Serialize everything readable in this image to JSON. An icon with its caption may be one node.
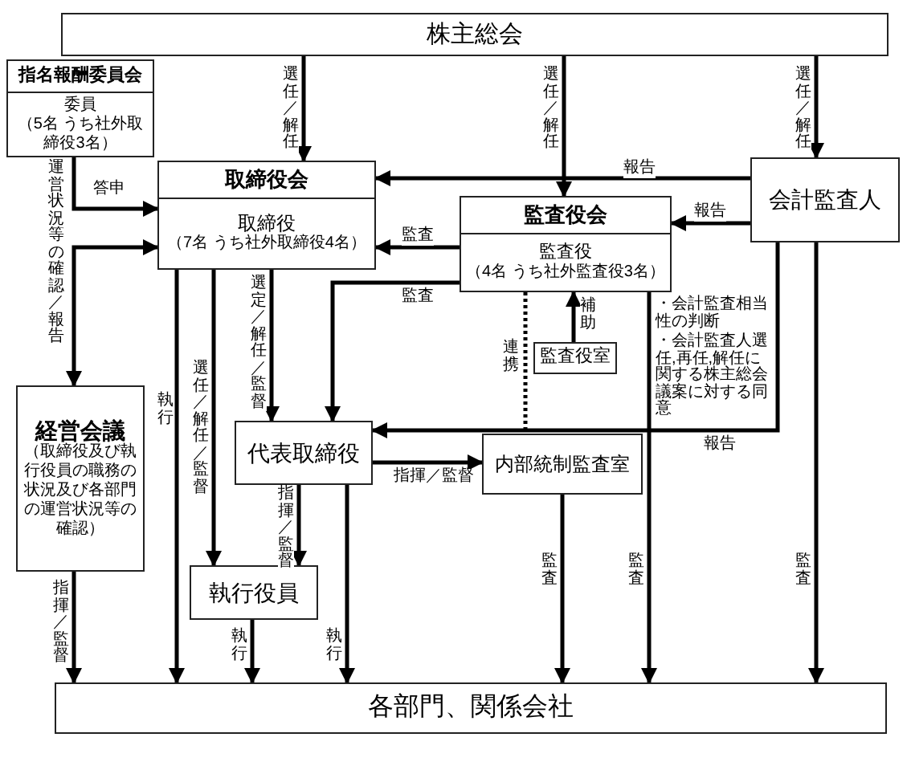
{
  "diagram": {
    "nodes": [
      {
        "text": [
          "株主総会"
        ]
      },
      {
        "text": [
          "指名報酬委員会",
          "委員",
          "（5名 うち社外取締役3名）"
        ]
      },
      {
        "text": [
          "取締役会",
          "取締役",
          "（7名 うち社外取締役4名）"
        ]
      },
      {
        "text": [
          "監査役会",
          "監査役",
          "（4名 うち社外監査役3名）"
        ]
      },
      {
        "text": [
          "会計監査人"
        ]
      },
      {
        "text": [
          "監査役室"
        ]
      },
      {
        "text": [
          "経営会議",
          "（取締役及び執行役員の職務の状況及び各部門の運営状況等の確認）"
        ]
      },
      {
        "text": [
          "代表取締役"
        ]
      },
      {
        "text": [
          "内部統制監査室"
        ]
      },
      {
        "text": [
          "執行役員"
        ]
      },
      {
        "text": [
          "各部門、関係会社"
        ]
      }
    ],
    "edges": [
      {
        "from": 0,
        "to": 2,
        "arrow": "to",
        "label": "選任／解任"
      },
      {
        "from": 0,
        "to": 3,
        "arrow": "to",
        "label": "選任／解任"
      },
      {
        "from": 0,
        "to": 4,
        "arrow": "to",
        "label": "選任／解任"
      },
      {
        "from": 1,
        "to": 2,
        "arrow": "to",
        "label": "答申"
      },
      {
        "from": 6,
        "to": 2,
        "arrow": "both",
        "label": "運営状況等の確認／報告"
      },
      {
        "from": 4,
        "to": 2,
        "arrow": "to",
        "label": "報告"
      },
      {
        "from": 4,
        "to": 3,
        "arrow": "to",
        "label": "報告"
      },
      {
        "from": 3,
        "to": 2,
        "arrow": "to",
        "label": "監査"
      },
      {
        "from": 3,
        "to": 7,
        "arrow": "to",
        "label": "監査"
      },
      {
        "from": 5,
        "to": 3,
        "arrow": "to",
        "label": "補助"
      },
      {
        "from": 3,
        "to": 8,
        "arrow": "none",
        "label": "連携",
        "style": "dashed"
      },
      {
        "from": 2,
        "to": 10,
        "arrow": "to",
        "label": "執行"
      },
      {
        "from": 2,
        "to": 9,
        "arrow": "to",
        "label": "選任／解任／監督"
      },
      {
        "from": 2,
        "to": 7,
        "arrow": "to",
        "label": "選定／解任／監督"
      },
      {
        "from": 4,
        "to": 7,
        "arrow": "to",
        "label": "報告"
      },
      {
        "from": 7,
        "to": 8,
        "arrow": "to",
        "label": "指揮／監督"
      },
      {
        "from": 7,
        "to": 9,
        "arrow": "to",
        "label": "指揮／監督"
      },
      {
        "from": 7,
        "to": 10,
        "arrow": "to",
        "label": "執行"
      },
      {
        "from": 9,
        "to": 10,
        "arrow": "to",
        "label": "執行"
      },
      {
        "from": 6,
        "to": 10,
        "arrow": "to",
        "label": "指揮／監督"
      },
      {
        "from": 8,
        "to": 10,
        "arrow": "to",
        "label": "監査"
      },
      {
        "from": 3,
        "to": 10,
        "arrow": "to",
        "label": "監査"
      },
      {
        "from": 4,
        "to": 10,
        "arrow": "to",
        "label": "監査"
      }
    ],
    "labels": [
      "・会計監査相当性の判断",
      "・会計監査人選任,再任,解任に関する株主総会議案に対する同意"
    ]
  }
}
